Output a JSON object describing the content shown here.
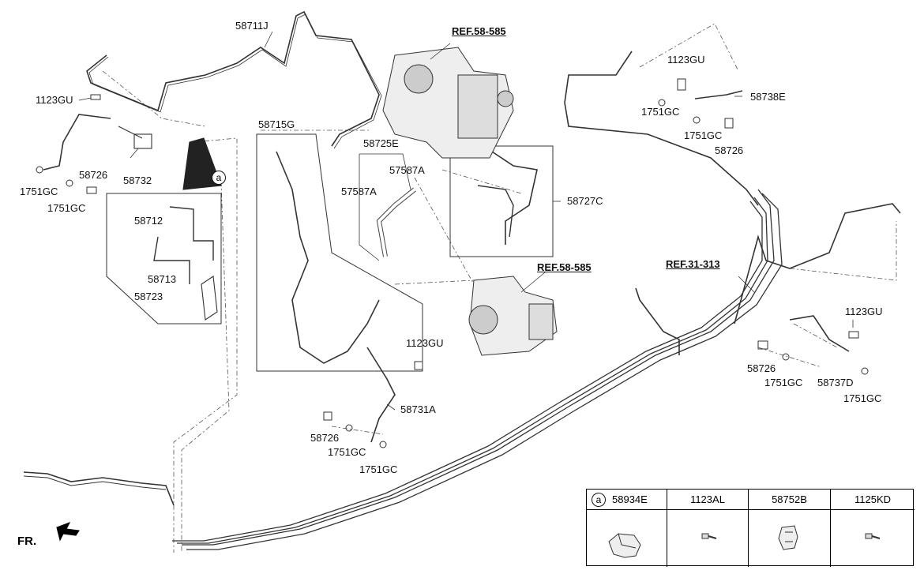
{
  "labels": {
    "p58711J": "58711J",
    "ref58585_top": "REF.58-585",
    "p1123GU_a": "1123GU",
    "p58738E": "58738E",
    "p1123GU_b": "1123GU",
    "p1751GC_a": "1751GC",
    "p1751GC_b": "1751GC",
    "p58726_a": "58726",
    "p58715G": "58715G",
    "p58725E": "58725E",
    "p58732": "58732",
    "p1751GC_c": "1751GC",
    "p58726_b": "58726",
    "p1751GC_d": "1751GC",
    "p57587A_a": "57587A",
    "p57587A_b": "57587A",
    "p58727C": "58727C",
    "p58712": "58712",
    "p58713": "58713",
    "p58723": "58723",
    "ref58585_mid": "REF.58-585",
    "ref31313": "REF.31-313",
    "p1123GU_c": "1123GU",
    "p1123GU_d": "1123GU",
    "p58726_c": "58726",
    "p1751GC_e": "1751GC",
    "p58737D": "58737D",
    "p1751GC_f": "1751GC",
    "p58731A": "58731A",
    "p58726_d": "58726",
    "p1751GC_g": "1751GC",
    "p1751GC_h": "1751GC",
    "circle_a": "a",
    "front": "FR."
  },
  "table": {
    "marker": "a",
    "columns": [
      "58934E",
      "1123AL",
      "58752B",
      "1125KD"
    ]
  },
  "colors": {
    "line": "#333333",
    "fill": "#ffffff",
    "part_gray": "#bbbbbb"
  }
}
